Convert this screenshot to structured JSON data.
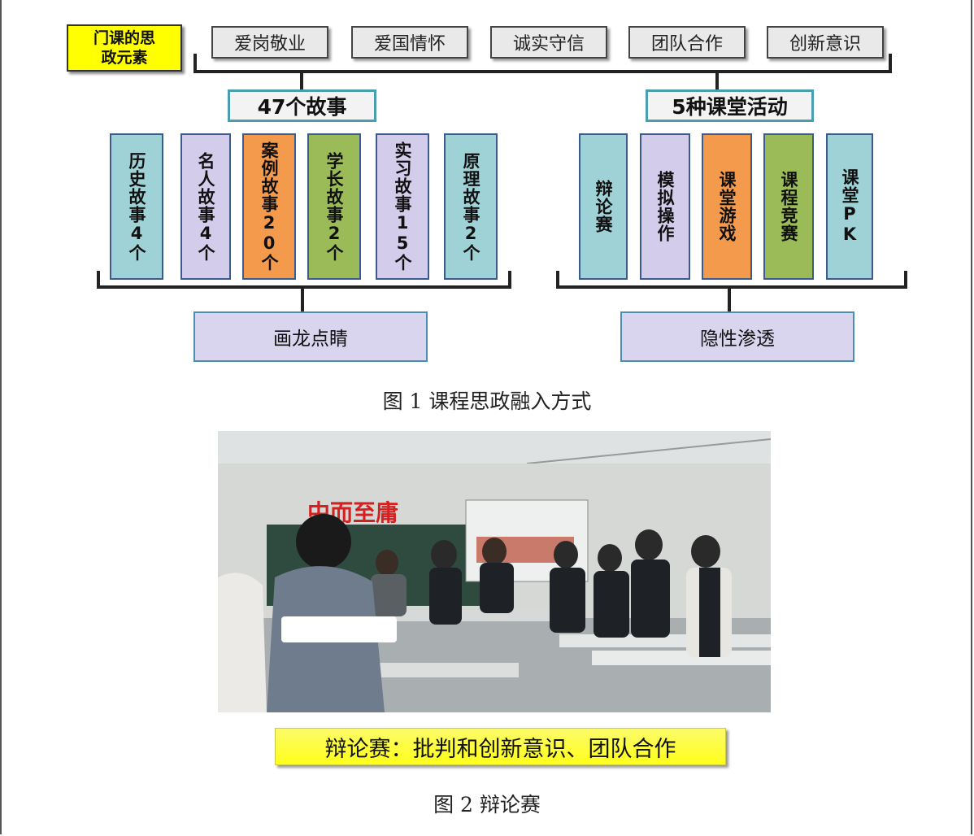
{
  "diagram": {
    "main_tag": "门课的思\n政元素",
    "elements": [
      "爱岗敬业",
      "爱国情怀",
      "诚实守信",
      "团队合作",
      "创新意识"
    ],
    "left_group": {
      "title": "47个故事",
      "items": [
        "历史故事4个",
        "名人故事4个",
        "案例故事20个",
        "学长故事2个",
        "实习故事15个",
        "原理故事2个"
      ],
      "summary": "画龙点睛"
    },
    "right_group": {
      "title": "5种课堂活动",
      "items": [
        "辩论赛",
        "模拟操作",
        "课堂游戏",
        "课程竞赛",
        "课堂PK"
      ],
      "summary": "隐性渗透"
    }
  },
  "captions": {
    "figure1": "图 1   课程思政融入方式",
    "photo_label": "辩论赛：批判和创新意识、团队合作",
    "figure2": "图 2   辩论赛"
  },
  "photo": {
    "board_text": "中而至庸"
  },
  "colors": {
    "teal": "#9fd2d6",
    "lavender": "#d3cdeb",
    "orange": "#f39a4d",
    "green": "#9bbb59",
    "yellow": "#ffff00"
  }
}
